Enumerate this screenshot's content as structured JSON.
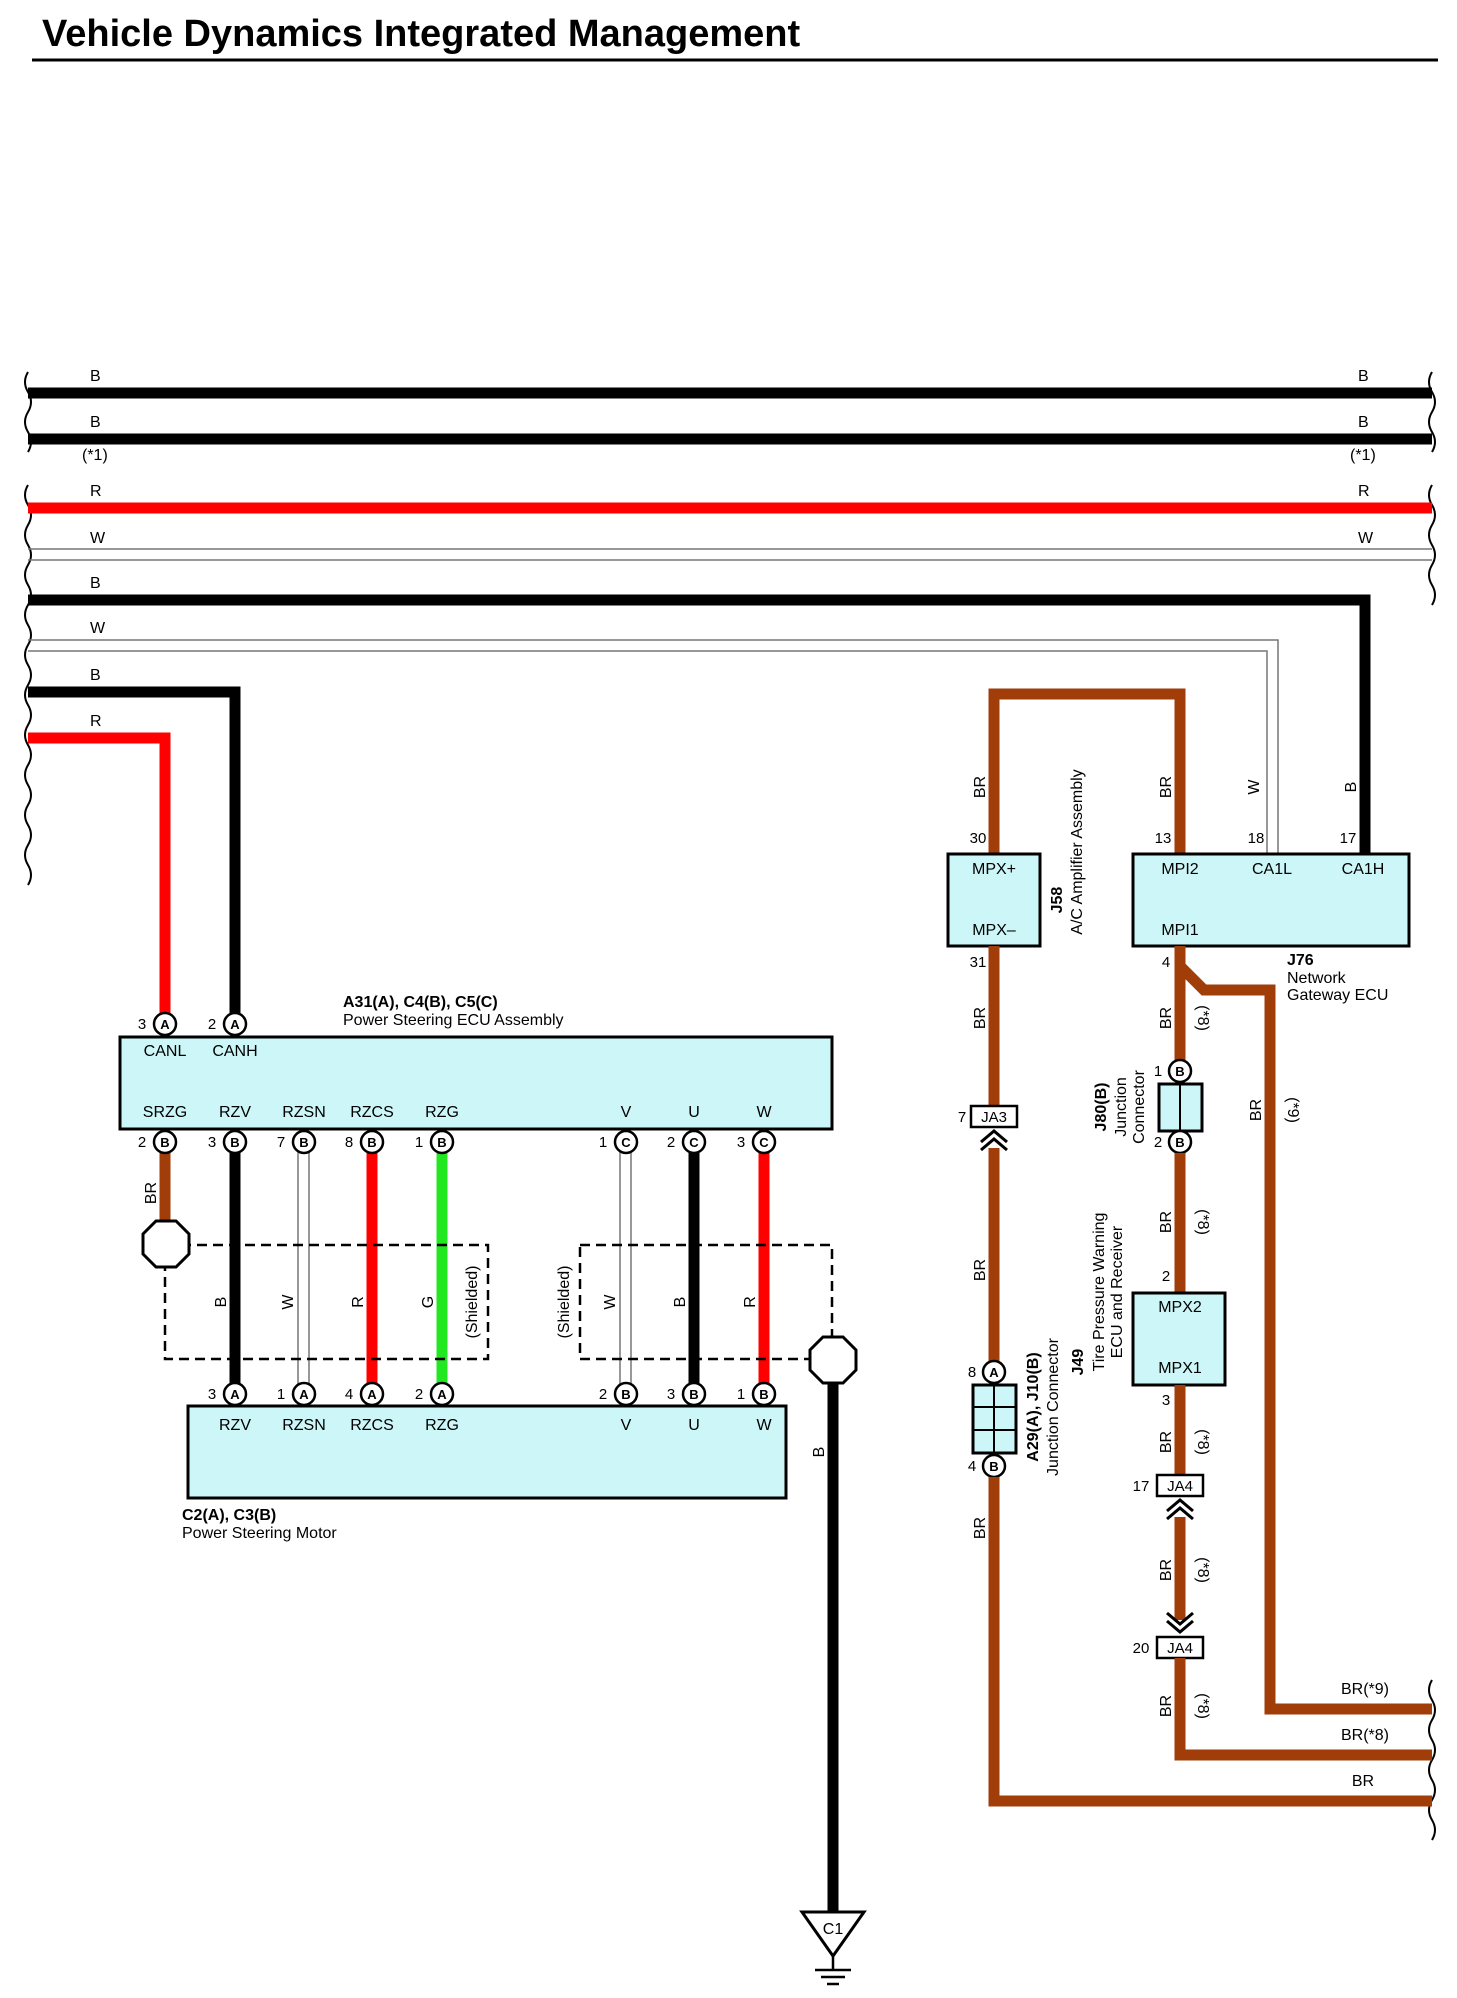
{
  "title": "Vehicle Dynamics Integrated Management",
  "buses": [
    {
      "left": "B",
      "right": "B",
      "color": "#000000"
    },
    {
      "left": "B",
      "right": "B",
      "note": "(*1)",
      "color": "#000000"
    },
    {
      "left": "R",
      "right": "R",
      "color": "#ff0000"
    },
    {
      "left": "W",
      "right": "W",
      "color": "#ffffff"
    }
  ],
  "left_feeds": [
    "B",
    "W",
    "B",
    "R"
  ],
  "ecu": {
    "ref": "A31(A), C4(B), C5(C)",
    "name": "Power Steering ECU Assembly",
    "top_pins": [
      {
        "num": "3",
        "conn": "A",
        "label": "CANL"
      },
      {
        "num": "2",
        "conn": "A",
        "label": "CANH"
      }
    ],
    "bottom_pins": [
      {
        "num": "2",
        "conn": "B",
        "label": "SRZG"
      },
      {
        "num": "3",
        "conn": "B",
        "label": "RZV"
      },
      {
        "num": "7",
        "conn": "B",
        "label": "RZSN"
      },
      {
        "num": "8",
        "conn": "B",
        "label": "RZCS"
      },
      {
        "num": "1",
        "conn": "B",
        "label": "RZG"
      },
      {
        "num": "1",
        "conn": "C",
        "label": "V"
      },
      {
        "num": "2",
        "conn": "C",
        "label": "U"
      },
      {
        "num": "3",
        "conn": "C",
        "label": "W"
      }
    ]
  },
  "motor": {
    "ref": "C2(A), C3(B)",
    "name": "Power Steering Motor",
    "pins": [
      {
        "num": "3",
        "conn": "A",
        "label": "RZV"
      },
      {
        "num": "1",
        "conn": "A",
        "label": "RZSN"
      },
      {
        "num": "4",
        "conn": "A",
        "label": "RZCS"
      },
      {
        "num": "2",
        "conn": "A",
        "label": "RZG"
      },
      {
        "num": "2",
        "conn": "B",
        "label": "V"
      },
      {
        "num": "3",
        "conn": "B",
        "label": "U"
      },
      {
        "num": "1",
        "conn": "B",
        "label": "W"
      }
    ]
  },
  "wire_colors": {
    "srzg": "BR",
    "group1": [
      "B",
      "W",
      "R",
      "G"
    ],
    "group2": [
      "W",
      "B",
      "R"
    ],
    "ground": "B"
  },
  "shielded": "(Shielded)",
  "ground_ref": "C1",
  "ac_amp": {
    "ref": "J58",
    "name": "A/C Amplifier Assembly",
    "pin_top": {
      "num": "30",
      "label": "MPX+"
    },
    "pin_bottom": {
      "num": "31",
      "label": "MPX–"
    }
  },
  "gateway": {
    "ref": "J76",
    "name_line1": "Network",
    "name_line2": "Gateway ECU",
    "pins": [
      {
        "num": "13",
        "label": "MPI2"
      },
      {
        "num": "18",
        "label": "CA1L"
      },
      {
        "num": "17",
        "label": "CA1H"
      }
    ],
    "pin_bottom": {
      "num": "4",
      "label": "MPI1"
    }
  },
  "j80": {
    "ref": "J80(B)",
    "name_line1": "Junction",
    "name_line2": "Connector",
    "pin_top": "1",
    "pin_bottom": "2",
    "conn": "B"
  },
  "tpms": {
    "ref": "J49",
    "name_line1": "Tire Pressure Warning",
    "name_line2": "ECU and Receiver",
    "pin_top": {
      "num": "2",
      "label": "MPX2"
    },
    "pin_bottom": {
      "num": "3",
      "label": "MPX1"
    }
  },
  "a29": {
    "ref": "A29(A), J10(B)",
    "name": "Junction Connector",
    "pin_top": {
      "num": "8",
      "conn": "A"
    },
    "pin_bottom": {
      "num": "4",
      "conn": "B"
    }
  },
  "ja3": {
    "num": "7",
    "label": "JA3"
  },
  "ja4_top": {
    "num": "17",
    "label": "JA4"
  },
  "ja4_bottom": {
    "num": "20",
    "label": "JA4"
  },
  "labels": {
    "br": "BR",
    "w": "W",
    "b": "B",
    "note8": "(*8)",
    "note9": "(*9)",
    "br9": "BR(*9)",
    "br8": "BR(*8)"
  }
}
